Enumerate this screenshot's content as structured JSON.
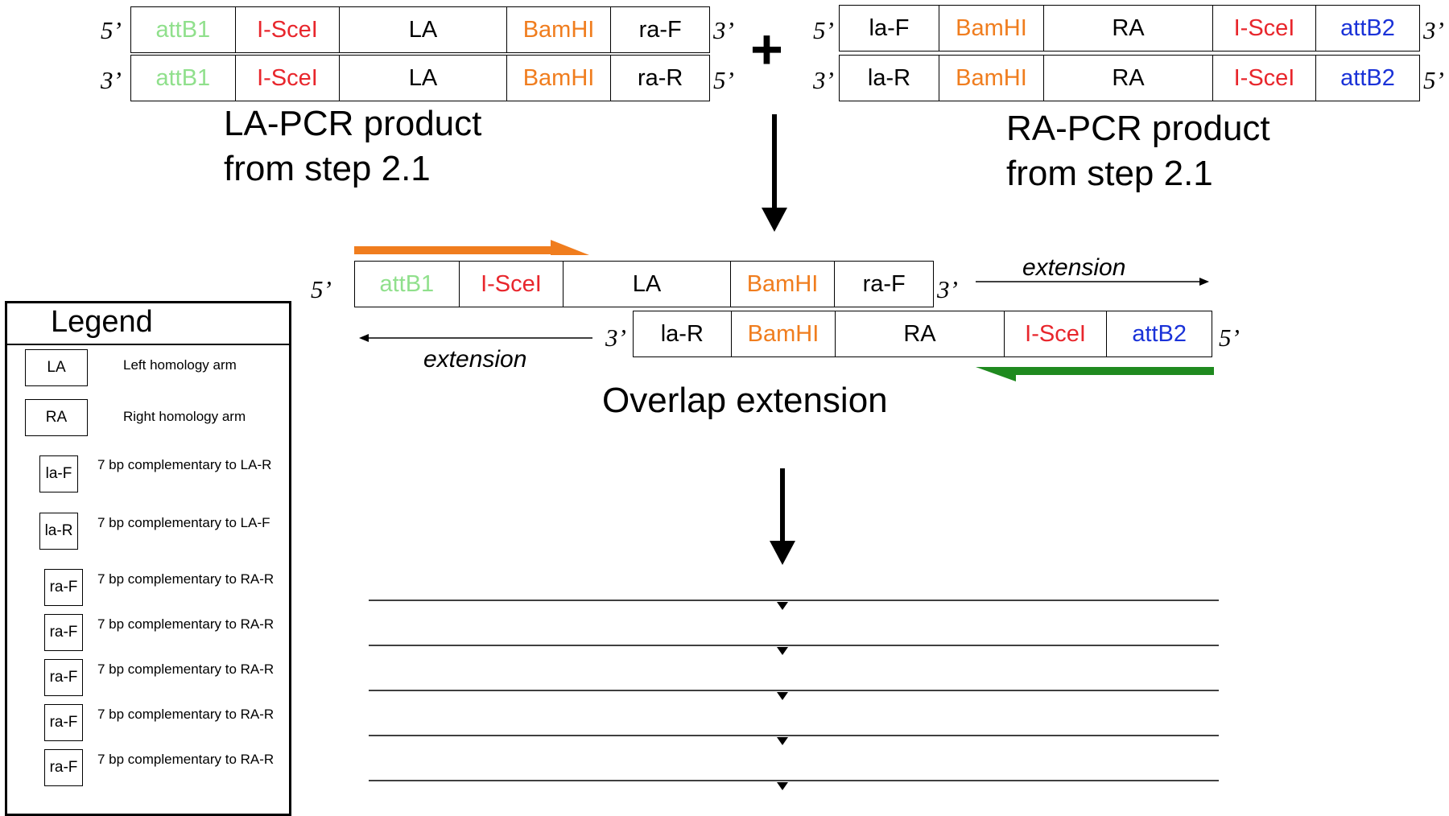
{
  "colors": {
    "attB1": "#90e08c",
    "ISceI": "#e8262c",
    "BamHI": "#f07d1e",
    "attB2": "#1a32d8",
    "black": "#000000",
    "orange_primer": "#f07d1e",
    "green_primer": "#1f8a1f"
  },
  "la_product": {
    "top": {
      "left_end": "5’",
      "right_end": "3’",
      "segments": [
        "attB1",
        "I-SceI",
        "LA",
        "BamHI",
        "ra-F"
      ]
    },
    "bottom": {
      "left_end": "3’",
      "right_end": "5’",
      "segments": [
        "attB1",
        "I-SceI",
        "LA",
        "BamHI",
        "ra-R"
      ]
    },
    "caption_line1": "LA-PCR product",
    "caption_line2": "from step 2.1"
  },
  "plus_sign": "+",
  "ra_product": {
    "top": {
      "left_end": "5’",
      "right_end": "3’",
      "segments": [
        "la-F",
        "BamHI",
        "RA",
        "I-SceI",
        "attB2"
      ]
    },
    "bottom": {
      "left_end": "3’",
      "right_end": "5’",
      "segments": [
        "la-R",
        "BamHI",
        "RA",
        "I-SceI",
        "attB2"
      ]
    },
    "caption_line1": "RA-PCR product",
    "caption_line2": "from step 2.1"
  },
  "overlap": {
    "top": {
      "left_end": "5’",
      "right_end": "3’",
      "segments": [
        "attB1",
        "I-SceI",
        "LA",
        "BamHI",
        "ra-F"
      ]
    },
    "bottom": {
      "left_end": "3’",
      "right_end": "5’",
      "segments": [
        "la-R",
        "BamHI",
        "RA",
        "I-SceI",
        "attB2"
      ]
    },
    "extension_right": "extension",
    "extension_left": "extension",
    "caption": "Overlap extension"
  },
  "legend": {
    "title": "Legend",
    "items": [
      {
        "box": "LA",
        "desc": "Left homology arm"
      },
      {
        "box": "RA",
        "desc": "Right homology arm"
      },
      {
        "box": "la-F",
        "desc": "7 bp complementary to LA-R"
      },
      {
        "box": "la-R",
        "desc": "7 bp complementary to LA-F"
      },
      {
        "box": "ra-F",
        "desc": "7 bp complementary to RA-R"
      },
      {
        "box": "ra-F",
        "desc": "7 bp complementary to RA-R"
      },
      {
        "box": "ra-F",
        "desc": "7 bp complementary to RA-R"
      },
      {
        "box": "ra-F",
        "desc": "7 bp complementary to RA-R"
      },
      {
        "box": "ra-F",
        "desc": "7 bp complementary to RA-R"
      }
    ]
  }
}
